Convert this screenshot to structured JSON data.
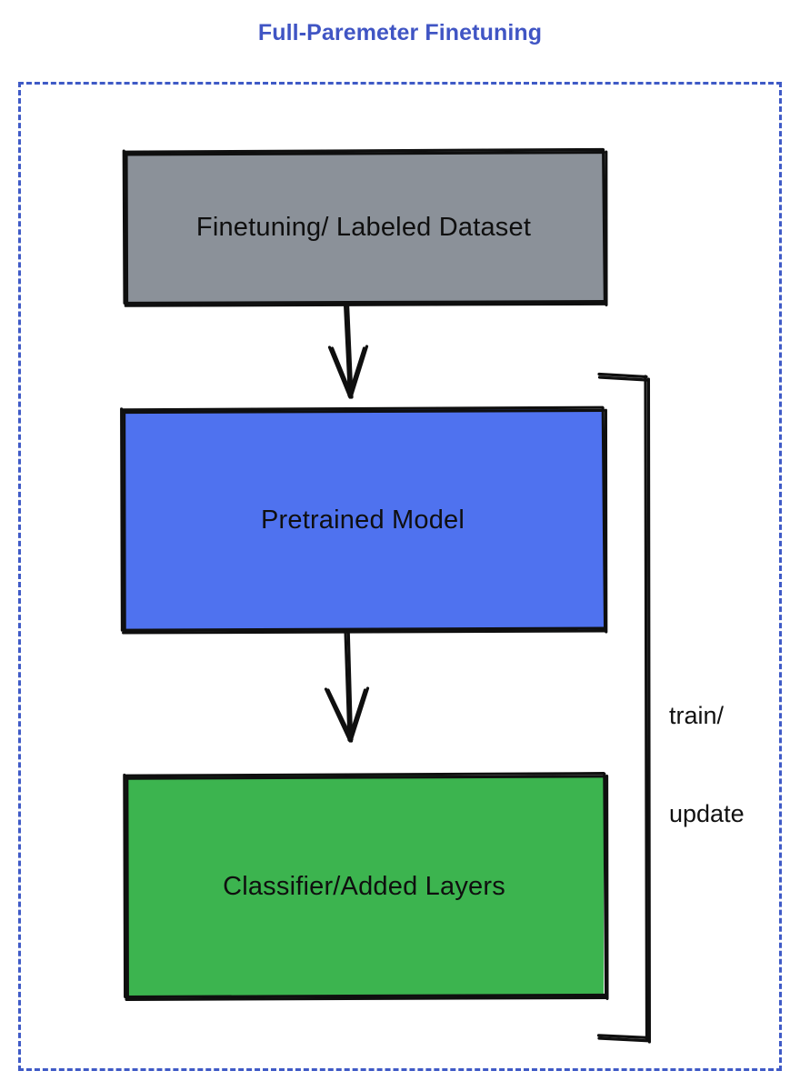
{
  "title": "Full-Paremeter Finetuning",
  "colors": {
    "title_text": "#4055c4",
    "frame_dashed": "#3f5ac6",
    "dataset_fill": "#8b9199",
    "pretrained_fill": "#4f72ef",
    "classifier_fill": "#3cb44f",
    "stroke": "#0f0f0f",
    "label_text": "#0f0f0f",
    "background": "#ffffff"
  },
  "frame": {
    "name": "full-parameter-finetuning-group",
    "border_style": "dashed"
  },
  "nodes": [
    {
      "id": "dataset",
      "label": "Finetuning/ Labeled Dataset",
      "fill": "#8b9199",
      "shape": "rectangle"
    },
    {
      "id": "pretrained",
      "label": "Pretrained Model",
      "fill": "#4f72ef",
      "shape": "rectangle"
    },
    {
      "id": "classifier",
      "label": "Classifier/Added Layers",
      "fill": "#3cb44f",
      "shape": "rectangle"
    }
  ],
  "edges": [
    {
      "id": "dataset-to-pretrained",
      "from": "dataset",
      "to": "pretrained",
      "label": "",
      "style": "arrow-down"
    },
    {
      "id": "pretrained-to-classifier",
      "from": "pretrained",
      "to": "classifier",
      "label": "",
      "style": "arrow-down"
    },
    {
      "id": "feedback-bracket",
      "from": "classifier",
      "to": "pretrained",
      "label_line1": "train/",
      "label_line2": "update",
      "style": "bracket-right"
    }
  ]
}
